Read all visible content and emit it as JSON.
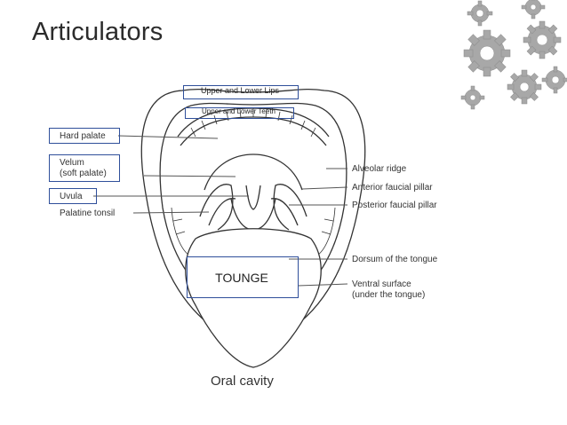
{
  "title": "Articulators",
  "caption": "Oral cavity",
  "boxed_labels": {
    "upper_lower_lips": "Upper and Lower Lips",
    "upper_lower_teeth": "Upper and Lower Teeth",
    "tounge": "TOUNGE"
  },
  "left_labels": {
    "hard_palate": "Hard palate",
    "velum_line1": "Velum",
    "velum_line2": "(soft palate)",
    "uvula": "Uvula",
    "palatine_tonsil": "Palatine tonsil"
  },
  "right_labels": {
    "alveolar_ridge": "Alveolar ridge",
    "anterior_faucial_pillar": "Anterior faucial pillar",
    "posterior_faucial_pillar": "Posterior faucial pillar",
    "dorsum_of_tongue": "Dorsum of the tongue",
    "ventral_surface_line1": "Ventral surface",
    "ventral_surface_line2": "(under the tongue)"
  },
  "colors": {
    "box_border": "#2f4f9a",
    "line": "#555555",
    "gear": "#9a9a9a"
  }
}
